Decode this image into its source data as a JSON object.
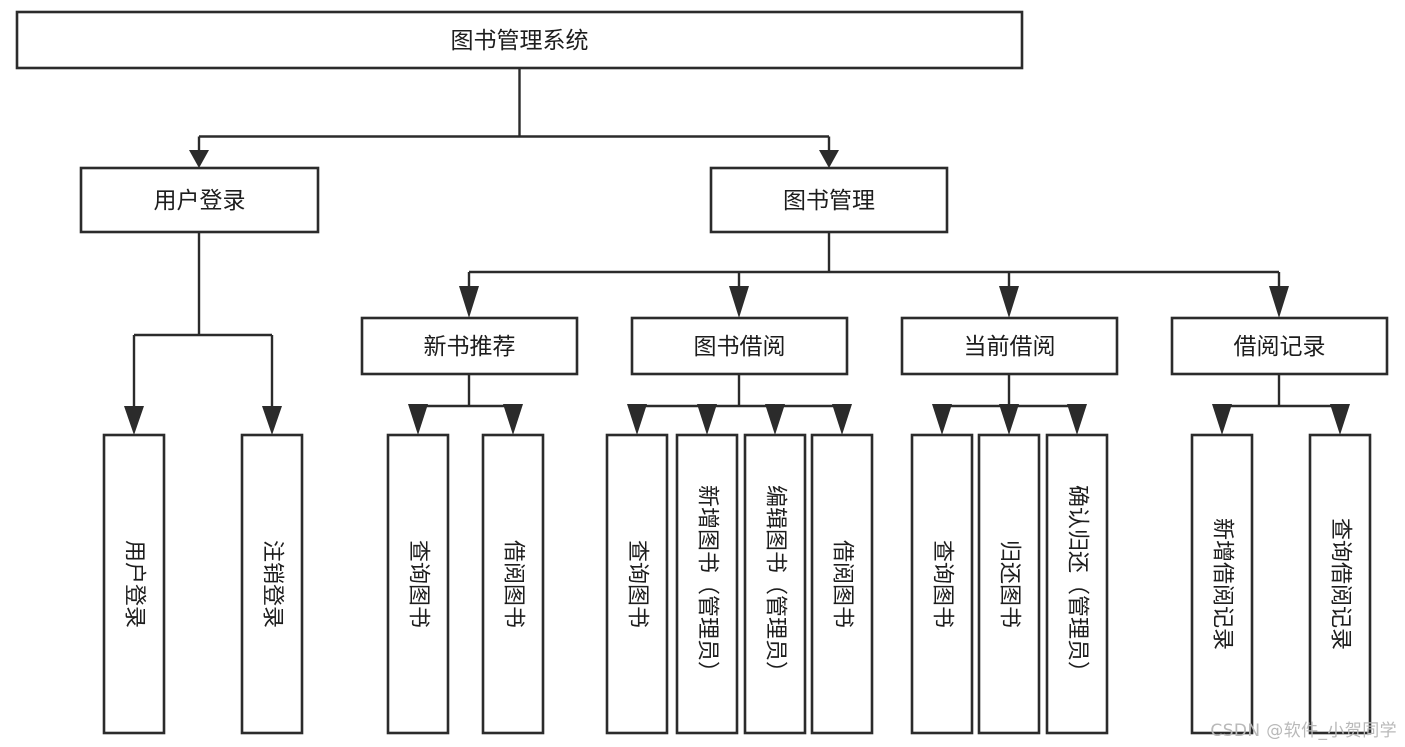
{
  "diagram": {
    "title": "图书管理系统",
    "type": "tree",
    "watermark": "CSDN @软件_小贺同学",
    "colors": {
      "stroke": "#2b2b2b",
      "box_fill": "#ffffff",
      "text": "#1d1d1d",
      "background": "#ffffff",
      "watermark": "#b9b9b9"
    },
    "levels": {
      "root": {
        "id": "root",
        "label": "图书管理系统",
        "orientation": "horizontal"
      },
      "level2": [
        {
          "id": "user-login",
          "label": "用户登录",
          "orientation": "horizontal"
        },
        {
          "id": "book-management",
          "label": "图书管理",
          "orientation": "horizontal"
        }
      ],
      "level3": [
        {
          "id": "new-book-recommend",
          "label": "新书推荐",
          "orientation": "horizontal",
          "parent": "book-management"
        },
        {
          "id": "book-borrow",
          "label": "图书借阅",
          "orientation": "horizontal",
          "parent": "book-management"
        },
        {
          "id": "current-borrow",
          "label": "当前借阅",
          "orientation": "horizontal",
          "parent": "book-management"
        },
        {
          "id": "borrow-record",
          "label": "借阅记录",
          "orientation": "horizontal",
          "parent": "book-management"
        }
      ],
      "leaves": [
        {
          "id": "leaf-user-login",
          "label": "用户登录",
          "orientation": "vertical",
          "parent": "user-login"
        },
        {
          "id": "leaf-logout-login",
          "label": "注销登录",
          "orientation": "vertical",
          "parent": "user-login"
        },
        {
          "id": "leaf-query-book-1",
          "label": "查询图书",
          "orientation": "vertical",
          "parent": "new-book-recommend"
        },
        {
          "id": "leaf-borrow-book-1",
          "label": "借阅图书",
          "orientation": "vertical",
          "parent": "new-book-recommend"
        },
        {
          "id": "leaf-query-book-2",
          "label": "查询图书",
          "orientation": "vertical",
          "parent": "book-borrow"
        },
        {
          "id": "leaf-add-book",
          "label": "新增图书（管理员）",
          "orientation": "vertical",
          "parent": "book-borrow"
        },
        {
          "id": "leaf-edit-book",
          "label": "编辑图书（管理员）",
          "orientation": "vertical",
          "parent": "book-borrow"
        },
        {
          "id": "leaf-borrow-book-2",
          "label": "借阅图书",
          "orientation": "vertical",
          "parent": "book-borrow"
        },
        {
          "id": "leaf-query-book-3",
          "label": "查询图书",
          "orientation": "vertical",
          "parent": "current-borrow"
        },
        {
          "id": "leaf-return-book",
          "label": "归还图书",
          "orientation": "vertical",
          "parent": "current-borrow"
        },
        {
          "id": "leaf-confirm-return",
          "label": "确认归还（管理员）",
          "orientation": "vertical",
          "parent": "current-borrow"
        },
        {
          "id": "leaf-add-record",
          "label": "新增借阅记录",
          "orientation": "vertical",
          "parent": "borrow-record"
        },
        {
          "id": "leaf-query-record",
          "label": "查询借阅记录",
          "orientation": "vertical",
          "parent": "borrow-record"
        }
      ]
    }
  }
}
